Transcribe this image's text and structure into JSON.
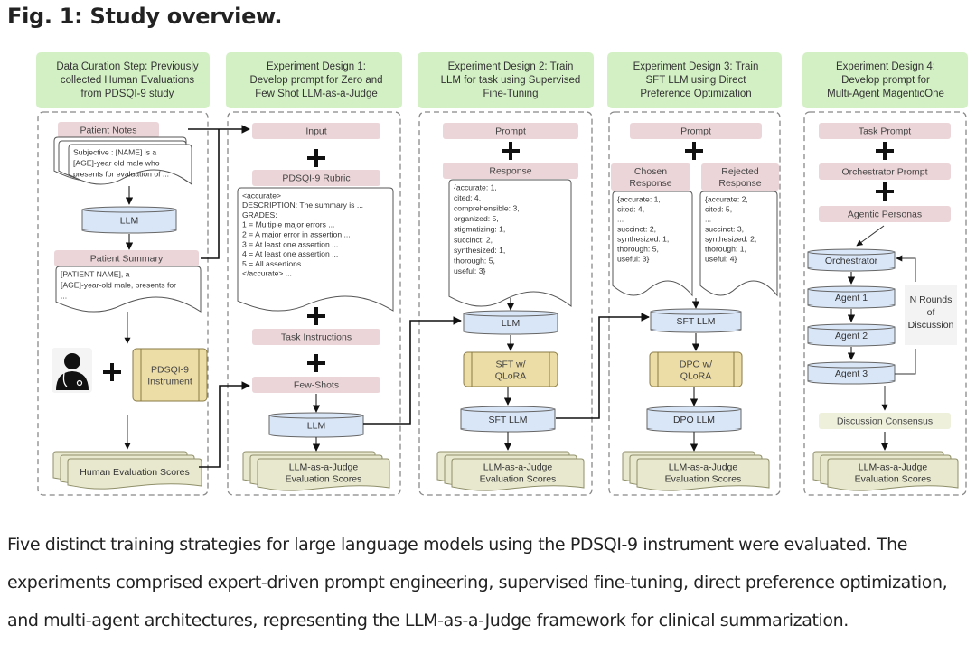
{
  "figure": {
    "title": "Fig. 1: Study overview.",
    "caption": "Five distinct training strategies for large language models using the PDSQI-9 instrument were evaluated. The experiments comprised expert-driven prompt engineering, supervised fine-tuning, direct preference optimization, and multi-agent architectures, representing the LLM-as-a-Judge framework for clinical summarization."
  },
  "colors": {
    "header_green": "#d3f0c4",
    "pink_label": "#ecd5d8",
    "llm_blue": "#d9e6f7",
    "process_yellow": "#ecdca5",
    "scores_olive": "#e8e8cf",
    "consensus_bg": "#eef0dc"
  },
  "columns": [
    {
      "header": [
        "Data Curation Step: Previously",
        "collected Human Evaluations",
        "from PDSQI-9 study"
      ],
      "patient_notes_label": "Patient Notes",
      "patient_notes_text": [
        "Subjective : [NAME] is a",
        "[AGE]-year old male who",
        "presents for evaluation of  ..."
      ],
      "llm_label": "LLM",
      "patient_summary_label": "Patient Summary",
      "patient_summary_text": [
        "[PATIENT NAME], a",
        "[AGE]-year-old male, presents for",
        "..."
      ],
      "instrument_label": [
        "PDSQI-9",
        "Instrument"
      ],
      "scores_label": [
        "Human Evaluation Scores"
      ]
    },
    {
      "header": [
        "Experiment Design 1:",
        "Develop prompt for Zero and",
        "Few Shot LLM-as-a-Judge"
      ],
      "input_label": "Input",
      "rubric_label": "PDSQI-9 Rubric",
      "rubric_text": [
        "<accurate>",
        "DESCRIPTION: The summary is ...",
        "GRADES:",
        "1 = Multiple major errors ...",
        "2 = A major error in assertion ...",
        "3 = At least one assertion ...",
        "4 = At least one assertion ...",
        "5 = All assertions ...",
        "</accurate> ..."
      ],
      "task_label": "Task Instructions",
      "fewshot_label": "Few-Shots",
      "llm_label": "LLM",
      "scores_label": [
        "LLM-as-a-Judge",
        "Evaluation Scores"
      ]
    },
    {
      "header": [
        "Experiment Design 2: Train",
        "LLM for task using Supervised",
        "Fine-Tuning"
      ],
      "prompt_label": "Prompt",
      "response_label": "Response",
      "response_text": [
        "{accurate: 1,",
        "cited: 4,",
        "comprehensible: 3,",
        "organized: 5,",
        "stigmatizing: 1,",
        "succinct: 2,",
        "synthesized: 1,",
        "thorough: 5,",
        "useful: 3}"
      ],
      "llm_label": "LLM",
      "process_label": [
        "SFT w/",
        "QLoRA"
      ],
      "out_llm_label": "SFT LLM",
      "scores_label": [
        "LLM-as-a-Judge",
        "Evaluation Scores"
      ]
    },
    {
      "header": [
        "Experiment Design 3: Train",
        "SFT LLM using Direct",
        "Preference Optimization"
      ],
      "prompt_label": "Prompt",
      "chosen_label": [
        "Chosen",
        "Response"
      ],
      "rejected_label": [
        "Rejected",
        "Response"
      ],
      "chosen_text": [
        "{accurate: 1,",
        "cited: 4,",
        "...",
        "succinct: 2,",
        "synthesized: 1,",
        "thorough: 5,",
        "useful: 3}"
      ],
      "rejected_text": [
        "{accurate: 2,",
        "cited: 5,",
        "...",
        "succinct: 3,",
        "synthesized: 2,",
        "thorough: 1,",
        "useful: 4}"
      ],
      "llm_label": "SFT LLM",
      "process_label": [
        "DPO w/",
        "QLoRA"
      ],
      "out_llm_label": "DPO LLM",
      "scores_label": [
        "LLM-as-a-Judge",
        "Evaluation Scores"
      ]
    },
    {
      "header": [
        "Experiment Design 4:",
        "Develop prompt for",
        "Multi-Agent MagenticOne"
      ],
      "task_prompt_label": "Task Prompt",
      "orch_prompt_label": "Orchestrator Prompt",
      "personas_label": "Agentic Personas",
      "orchestrator_label": "Orchestrator",
      "agents": [
        "Agent 1",
        "Agent 2",
        "Agent 3"
      ],
      "rounds_label": [
        "N Rounds",
        "of",
        "Discussion"
      ],
      "consensus_label": "Discussion Consensus",
      "scores_label": [
        "LLM-as-a-Judge",
        "Evaluation Scores"
      ]
    }
  ]
}
